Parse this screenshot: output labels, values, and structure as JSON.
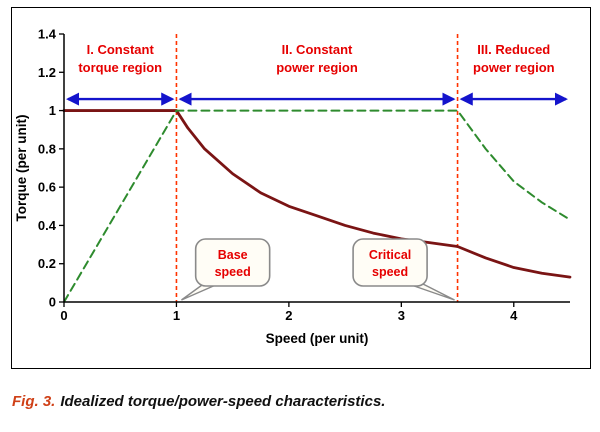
{
  "caption": {
    "label": "Fig. 3.",
    "text": "Idealized torque/power-speed characteristics.",
    "label_color": "#cf4017"
  },
  "chart_data": {
    "type": "line",
    "title": "",
    "xlabel": "Speed (per unit)",
    "ylabel": "Torque (per unit)",
    "xlim": [
      0,
      4.5
    ],
    "ylim": [
      0,
      1.4
    ],
    "xticks": [
      0,
      1,
      2,
      3,
      4
    ],
    "yticks": [
      0,
      0.2,
      0.4,
      0.6,
      0.8,
      1,
      1.2,
      1.4
    ],
    "grid": false,
    "legend": "none",
    "regions": [
      {
        "lines": [
          "I. Constant",
          "torque region"
        ],
        "from": 0,
        "to": 1
      },
      {
        "lines": [
          "II. Constant",
          "power region"
        ],
        "from": 1,
        "to": 3.5
      },
      {
        "lines": [
          "III. Reduced",
          "power region"
        ],
        "from": 3.5,
        "to": 4.5
      }
    ],
    "boundary_lines": [
      1,
      3.5
    ],
    "arrow_y": 1.06,
    "series": [
      {
        "name": "torque",
        "style": "solid",
        "color": "#7a1414",
        "points": [
          [
            0,
            1
          ],
          [
            1,
            1
          ],
          [
            1.1,
            0.91
          ],
          [
            1.25,
            0.8
          ],
          [
            1.5,
            0.67
          ],
          [
            1.75,
            0.57
          ],
          [
            2,
            0.5
          ],
          [
            2.25,
            0.45
          ],
          [
            2.5,
            0.4
          ],
          [
            2.75,
            0.36
          ],
          [
            3,
            0.33
          ],
          [
            3.25,
            0.31
          ],
          [
            3.5,
            0.29
          ],
          [
            3.75,
            0.23
          ],
          [
            4,
            0.18
          ],
          [
            4.25,
            0.15
          ],
          [
            4.5,
            0.13
          ]
        ]
      },
      {
        "name": "power",
        "style": "dashed",
        "color": "#2e8b2e",
        "points": [
          [
            0,
            0
          ],
          [
            1,
            1
          ],
          [
            3.5,
            1
          ],
          [
            3.75,
            0.8
          ],
          [
            4,
            0.63
          ],
          [
            4.25,
            0.52
          ],
          [
            4.5,
            0.43
          ]
        ]
      }
    ],
    "callouts": [
      {
        "lines": [
          "Base",
          "speed"
        ],
        "target_x": 1,
        "anchor_x": 1.5,
        "side": "left"
      },
      {
        "lines": [
          "Critical",
          "speed"
        ],
        "target_x": 3.5,
        "anchor_x": 2.9,
        "side": "right"
      }
    ],
    "colors": {
      "region_label": "#e60000",
      "arrow": "#1414cc",
      "boundary": "#ff3300",
      "axis": "#000000",
      "tick_label": "#000000",
      "callout_text": "#e60000",
      "callout_border": "#8a8a8a",
      "callout_fill": "#fffdf6"
    }
  }
}
